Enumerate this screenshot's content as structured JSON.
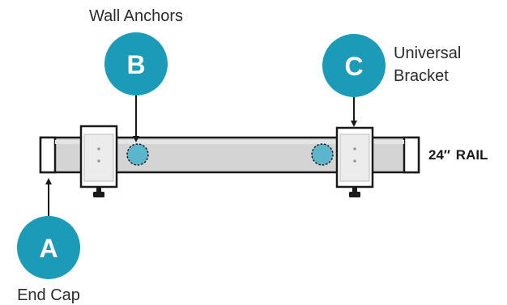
{
  "callouts": {
    "a": {
      "letter": "A",
      "label": "End Cap"
    },
    "b": {
      "letter": "B",
      "label": "Wall Anchors"
    },
    "c": {
      "letter": "C",
      "label_line1": "Universal",
      "label_line2": "Bracket"
    }
  },
  "rail": {
    "size": "24″",
    "word": "RAIL"
  },
  "colors": {
    "badge": "#1b9bb8",
    "anchor": "#5bb6cc",
    "rail_body": "#d4d4d4",
    "outline": "#1a1a1a"
  }
}
